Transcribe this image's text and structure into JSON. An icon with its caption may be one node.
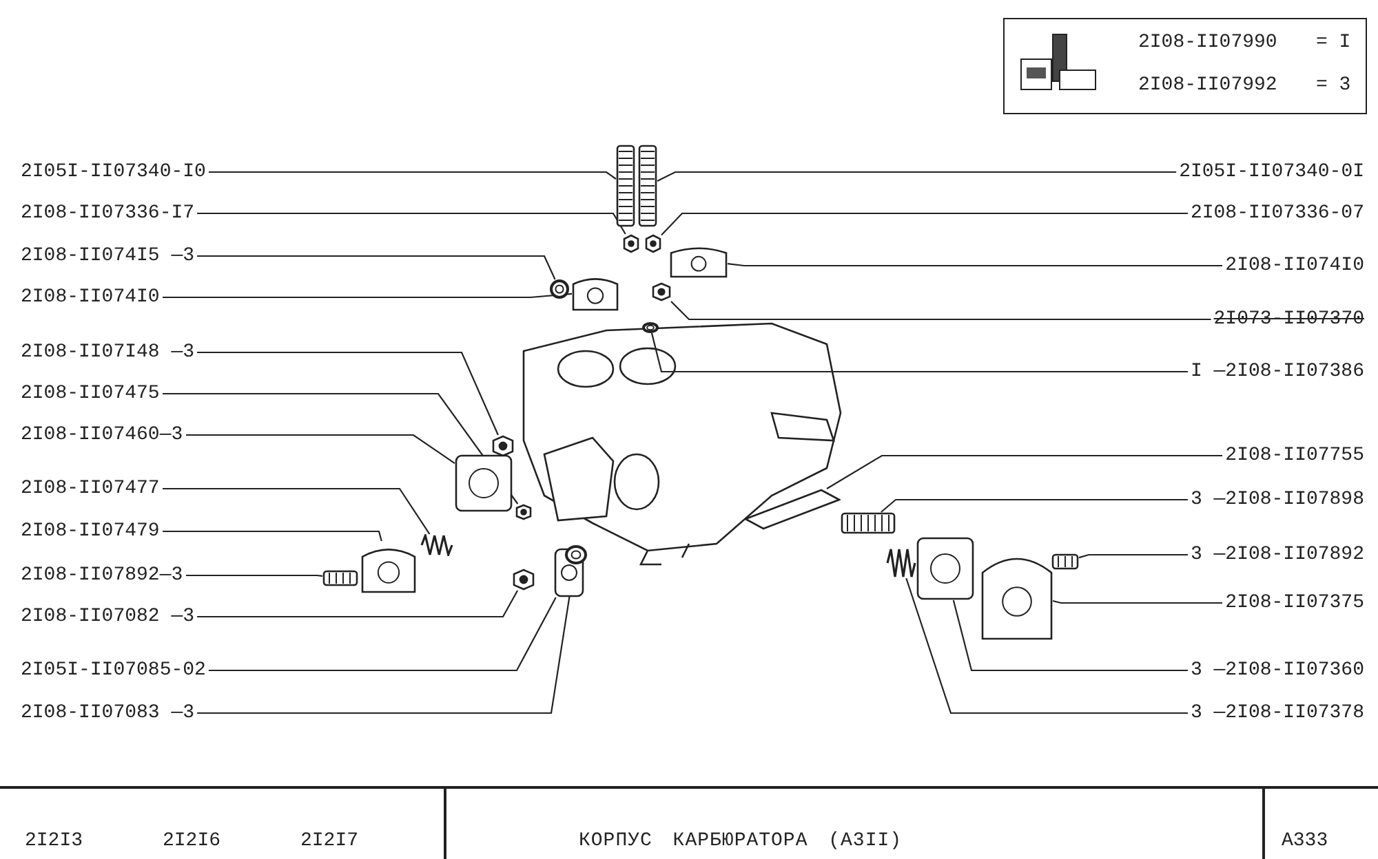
{
  "diagram": {
    "nodes": [
      {
        "text": [
          "2I05I-II07340-I0"
        ]
      },
      {
        "text": [
          "2I08-II07336-I7"
        ]
      },
      {
        "text": [
          "2I08-II074I5 —3"
        ]
      },
      {
        "text": [
          "2I08-II074I0"
        ]
      },
      {
        "text": [
          "2I08-II07I48 —3"
        ]
      },
      {
        "text": [
          "2I08-II07475"
        ]
      },
      {
        "text": [
          "2I08-II07460—3"
        ]
      },
      {
        "text": [
          "2I08-II07477"
        ]
      },
      {
        "text": [
          "2I08-II07479"
        ]
      },
      {
        "text": [
          "2I08-II07892—3"
        ]
      },
      {
        "text": [
          "2I08-II07082 —3"
        ]
      },
      {
        "text": [
          "2I05I-II07085-02"
        ]
      },
      {
        "text": [
          "2I08-II07083 —3"
        ]
      },
      {
        "text": [
          "2I05I-II07340-0I"
        ]
      },
      {
        "text": [
          "2I08-II07336-07"
        ]
      },
      {
        "text": [
          "2I08-II074I0"
        ]
      },
      {
        "text": [
          "2I073-II07370"
        ]
      },
      {
        "text": [
          "I —2I08-II07386"
        ]
      },
      {
        "text": [
          "2I08-II07755"
        ]
      },
      {
        "text": [
          "3 —2I08-II07898"
        ]
      },
      {
        "text": [
          "3 —2I08-II07892"
        ]
      },
      {
        "text": [
          "2I08-II07375"
        ]
      },
      {
        "text": [
          "3 —2I08-II07360"
        ]
      },
      {
        "text": [
          "3 —2I08-II07378"
        ]
      },
      {
        "text": [],
        "shape": "picture"
      },
      {
        "text": [],
        "shape": "picture"
      },
      {
        "text": [],
        "shape": "picture"
      },
      {
        "text": [],
        "shape": "picture"
      },
      {
        "text": [],
        "shape": "picture"
      },
      {
        "text": [],
        "shape": "picture"
      },
      {
        "text": [],
        "shape": "picture"
      },
      {
        "text": [],
        "shape": "picture"
      },
      {
        "text": [],
        "shape": "picture"
      },
      {
        "text": [],
        "shape": "picture"
      },
      {
        "text": [],
        "shape": "picture"
      },
      {
        "text": [],
        "shape": "picture"
      },
      {
        "text": [],
        "shape": "picture"
      },
      {
        "text": [],
        "shape": "picture"
      },
      {
        "text": [],
        "shape": "picture"
      },
      {
        "text": [],
        "shape": "picture"
      },
      {
        "text": [],
        "shape": "picture"
      },
      {
        "text": [],
        "shape": "picture"
      },
      {
        "text": [],
        "shape": "picture"
      },
      {
        "text": [],
        "shape": "picture"
      },
      {
        "text": [],
        "shape": "picture"
      },
      {
        "text": [],
        "shape": "picture"
      },
      {
        "text": [],
        "shape": "picture"
      },
      {
        "text": [],
        "shape": "picture"
      }
    ],
    "edges": [
      {
        "from": 0,
        "to": 24,
        "arrow": "none"
      },
      {
        "from": 1,
        "to": 25,
        "arrow": "none"
      },
      {
        "from": 2,
        "to": 26,
        "arrow": "none"
      },
      {
        "from": 3,
        "to": 27,
        "arrow": "none"
      },
      {
        "from": 4,
        "to": 28,
        "arrow": "none"
      },
      {
        "from": 5,
        "to": 29,
        "arrow": "none"
      },
      {
        "from": 6,
        "to": 30,
        "arrow": "none"
      },
      {
        "from": 7,
        "to": 31,
        "arrow": "none"
      },
      {
        "from": 8,
        "to": 32,
        "arrow": "none"
      },
      {
        "from": 9,
        "to": 33,
        "arrow": "none"
      },
      {
        "from": 10,
        "to": 34,
        "arrow": "none"
      },
      {
        "from": 11,
        "to": 35,
        "arrow": "none"
      },
      {
        "from": 12,
        "to": 36,
        "arrow": "none"
      },
      {
        "from": 13,
        "to": 37,
        "arrow": "none"
      },
      {
        "from": 14,
        "to": 38,
        "arrow": "none"
      },
      {
        "from": 15,
        "to": 39,
        "arrow": "none"
      },
      {
        "from": 16,
        "to": 40,
        "arrow": "none"
      },
      {
        "from": 17,
        "to": 41,
        "arrow": "none"
      },
      {
        "from": 18,
        "to": 42,
        "arrow": "none"
      },
      {
        "from": 19,
        "to": 43,
        "arrow": "none"
      },
      {
        "from": 20,
        "to": 44,
        "arrow": "none"
      },
      {
        "from": 21,
        "to": 45,
        "arrow": "none"
      },
      {
        "from": 22,
        "to": 46,
        "arrow": "none"
      },
      {
        "from": 23,
        "to": 47,
        "arrow": "none"
      }
    ],
    "labels": [
      "2I08-II07990",
      "= I",
      "2I08-II07992",
      "= 3",
      "2I2I3",
      "2I2I6",
      "2I2I7",
      "КОРПУС КАРБЮРАТОРА (А3II)",
      "A333"
    ]
  }
}
